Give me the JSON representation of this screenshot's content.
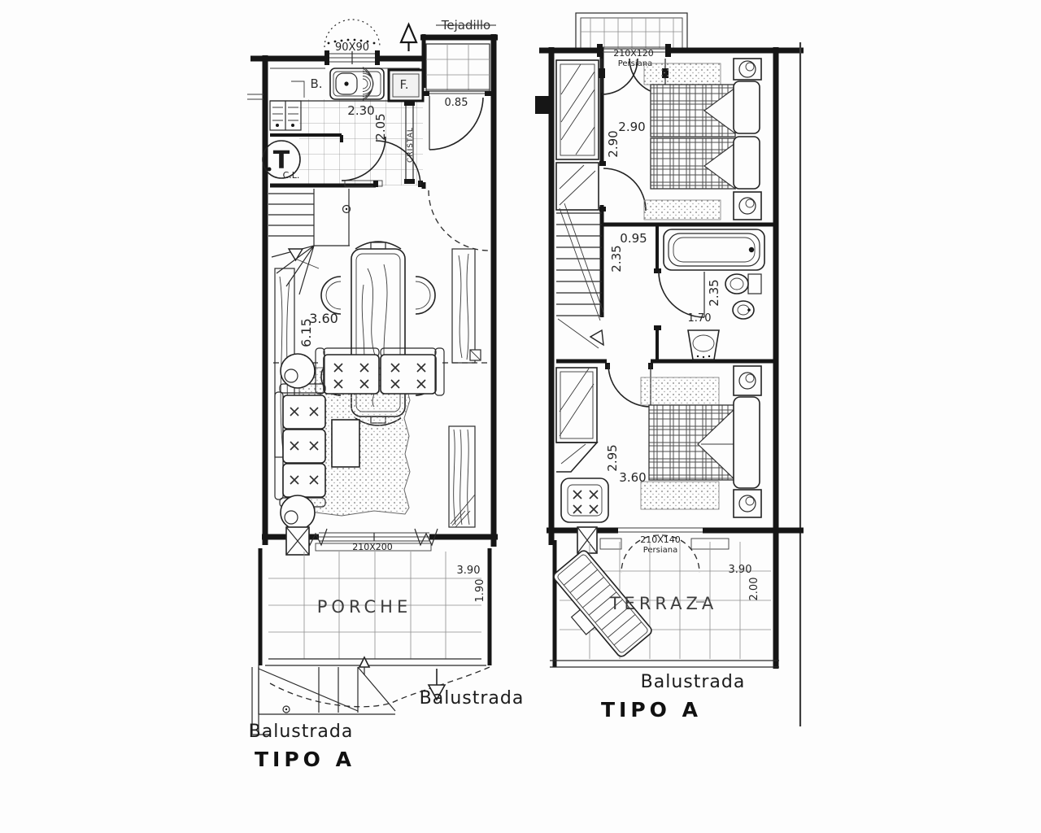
{
  "ground_floor": {
    "title": "TIPO A",
    "labels": {
      "window_top": "90X90",
      "tejadillo": "Tejadillo",
      "bench": "B.",
      "fridge": "F.",
      "cristal": "CRISTAL",
      "heater": "T",
      "closet": "C.L.",
      "window_bottom": "210X200",
      "porch": "PORCHE",
      "balustrade_front": "Balustrada",
      "balustrade_side": "Balustrada"
    },
    "dims": {
      "kitchen_width": "2.30",
      "kitchen_depth": "2.05",
      "entry_width": "0.85",
      "living_width": "3.60",
      "living_depth": "6.15",
      "porch_width": "3.90",
      "porch_depth": "1.90"
    }
  },
  "first_floor": {
    "title": "TIPO A",
    "labels": {
      "window_top": "210X120",
      "persiana_top": "Persiana",
      "window_bottom": "210X140",
      "persiana_bottom": "Persiana",
      "terrace": "TERRAZA",
      "balustrade": "Balustrada"
    },
    "dims": {
      "bedroom1_width": "2.90",
      "bedroom1_depth": "2.90",
      "landing_width": "0.95",
      "landing_depth": "2.35",
      "bath_depth": "2.35",
      "bath_width": "1.70",
      "bedroom2_depth": "2.95",
      "bedroom2_width": "3.60",
      "terrace_width": "3.90",
      "terrace_depth": "2.00"
    }
  }
}
